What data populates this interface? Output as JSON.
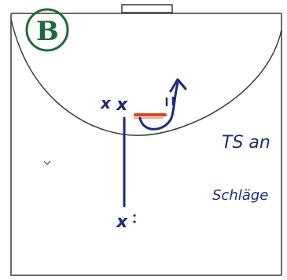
{
  "diagram": {
    "badge_label": "B",
    "annotation_line1": "TS an",
    "annotation_line2": "Schläge",
    "players": {
      "top_left": "x",
      "top_right": "x",
      "bottom": "x"
    },
    "colors": {
      "court_line": "#3a3a3a",
      "player_ink": "#1f2a7a",
      "pass_arrow": "#1f2a7a",
      "screen_mark": "#e0421a",
      "badge": "#1e6b3a"
    }
  }
}
